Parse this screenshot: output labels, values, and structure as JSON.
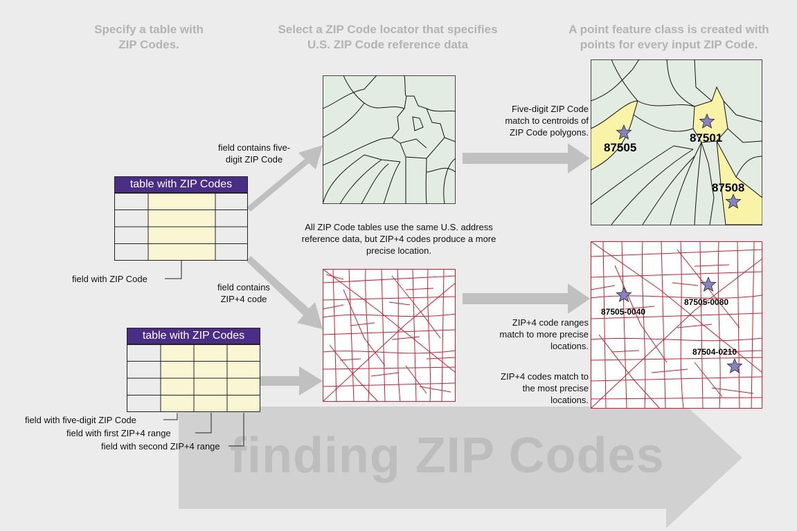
{
  "headers": {
    "col1": [
      "Specify a table with",
      "ZIP Codes."
    ],
    "col2": [
      "Select a ZIP Code locator that specifies",
      "U.S. ZIP Code reference data"
    ],
    "col3": [
      "A point feature class is created with",
      "points for every input ZIP Code."
    ]
  },
  "big_arrow_text": "finding ZIP Codes",
  "table_title": "table with ZIP Codes",
  "labels": {
    "field_zip": "field with ZIP Code",
    "field_five_digit": "field with five-digit ZIP Code",
    "field_first_range": "field with first ZIP+4 range",
    "field_second_range": "field with second ZIP+4 range",
    "contains_five": [
      "field contains five-",
      "digit ZIP Code"
    ],
    "contains_zip4": [
      "field contains",
      "ZIP+4 code"
    ],
    "same_reference": [
      "All ZIP Code tables use the same U.S. address",
      "reference data, but ZIP+4 codes produce a more",
      "precise location."
    ],
    "five_digit_match": [
      "Five-digit ZIP Code",
      "match to centroids of",
      "ZIP Code polygons."
    ],
    "zip4_ranges": [
      "ZIP+4 code ranges",
      "match to more precise",
      "locations."
    ],
    "zip4_codes": [
      "ZIP+4 codes match to",
      "the most precise",
      "locations."
    ]
  },
  "zip_points": [
    "87505",
    "87501",
    "87508"
  ],
  "zip4_points": [
    "87505-0040",
    "87505-0080",
    "87504-0210"
  ],
  "colors": {
    "heading": "#b3b3b3",
    "arrow": "#c0c0c0",
    "table_header": "#4a2d86",
    "zip_field": "#faf5d2",
    "map_fill": "#e3ece3",
    "polygon_highlight": "#f8f3a6",
    "street": "#d7192b",
    "star": "#8583c2"
  }
}
